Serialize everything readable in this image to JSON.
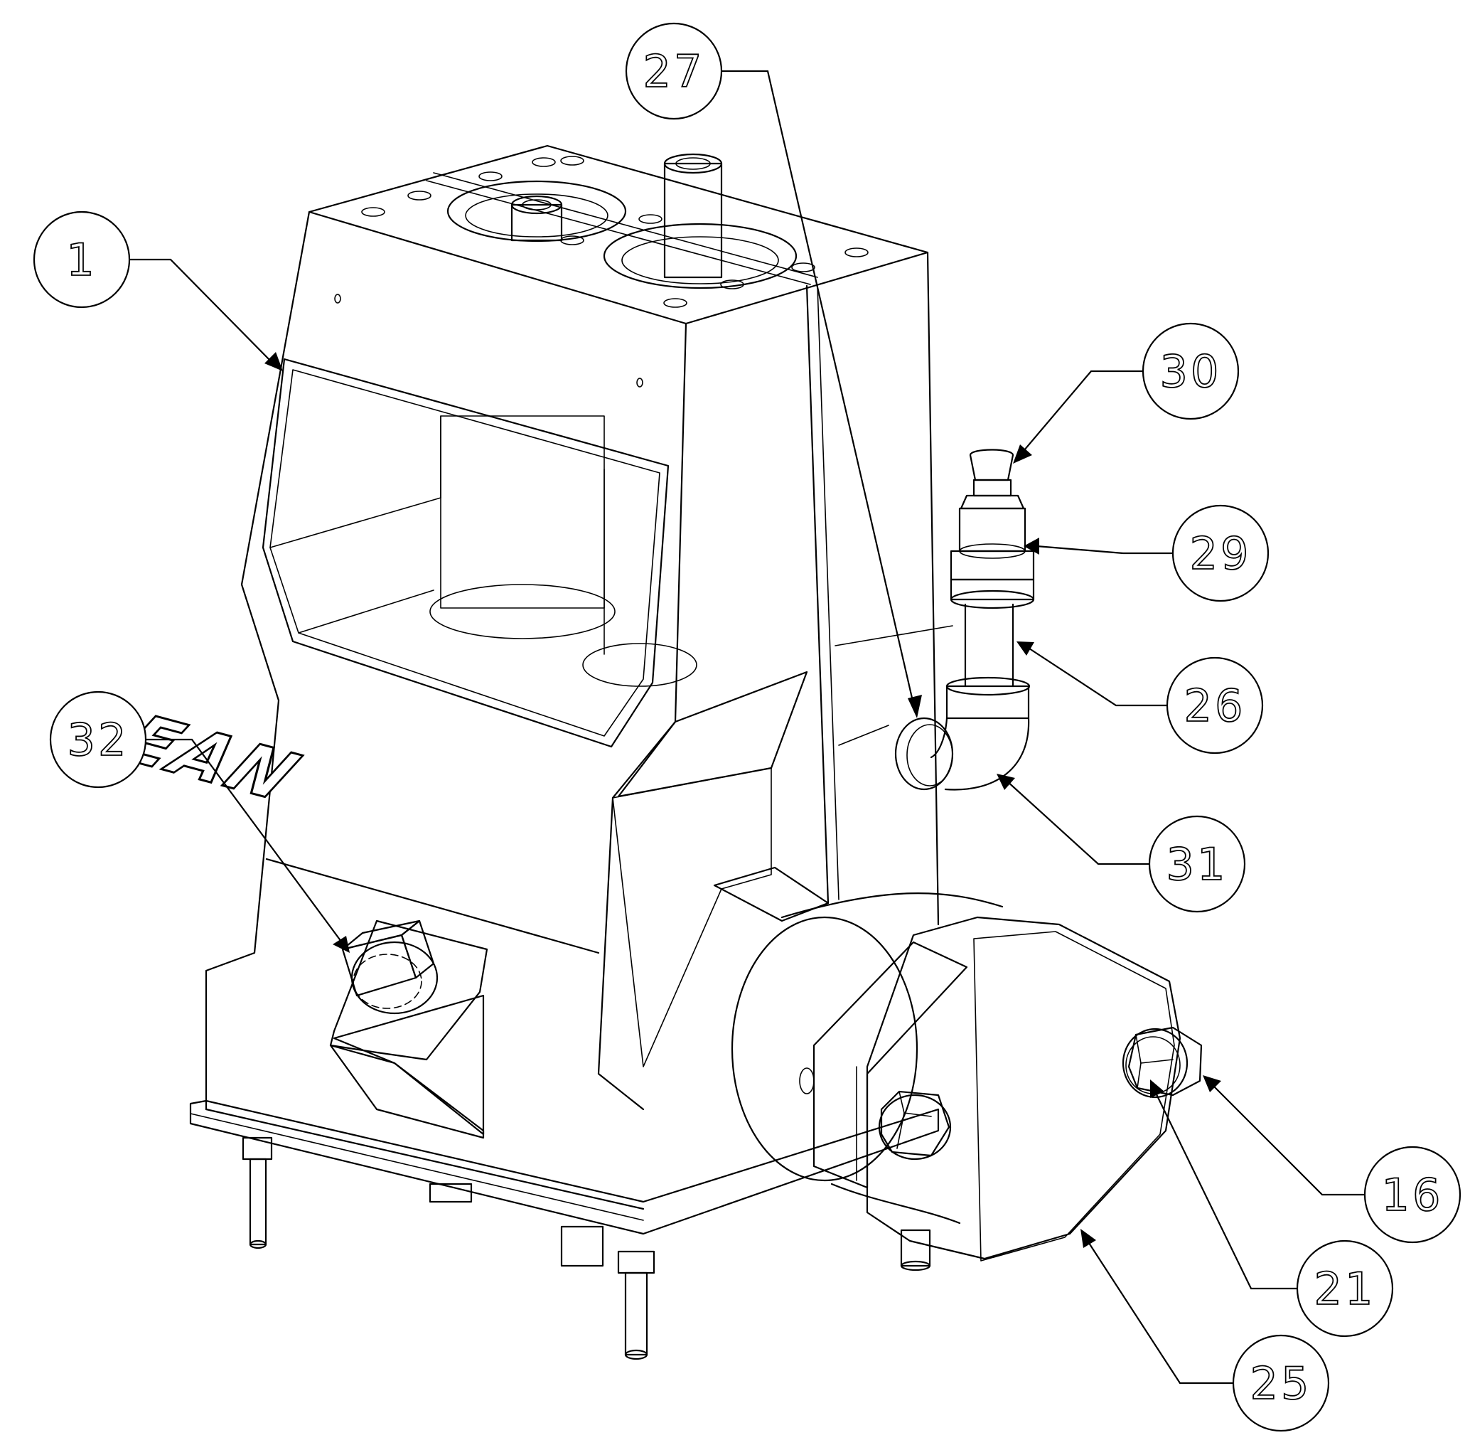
{
  "brand_mark": "BEAN",
  "callouts": [
    {
      "id": "callout-1",
      "label": "1"
    },
    {
      "id": "callout-27",
      "label": "27"
    },
    {
      "id": "callout-30",
      "label": "30"
    },
    {
      "id": "callout-29",
      "label": "29"
    },
    {
      "id": "callout-26",
      "label": "26"
    },
    {
      "id": "callout-31",
      "label": "31"
    },
    {
      "id": "callout-32",
      "label": "32"
    },
    {
      "id": "callout-16",
      "label": "16"
    },
    {
      "id": "callout-21",
      "label": "21"
    },
    {
      "id": "callout-25",
      "label": "25"
    }
  ]
}
